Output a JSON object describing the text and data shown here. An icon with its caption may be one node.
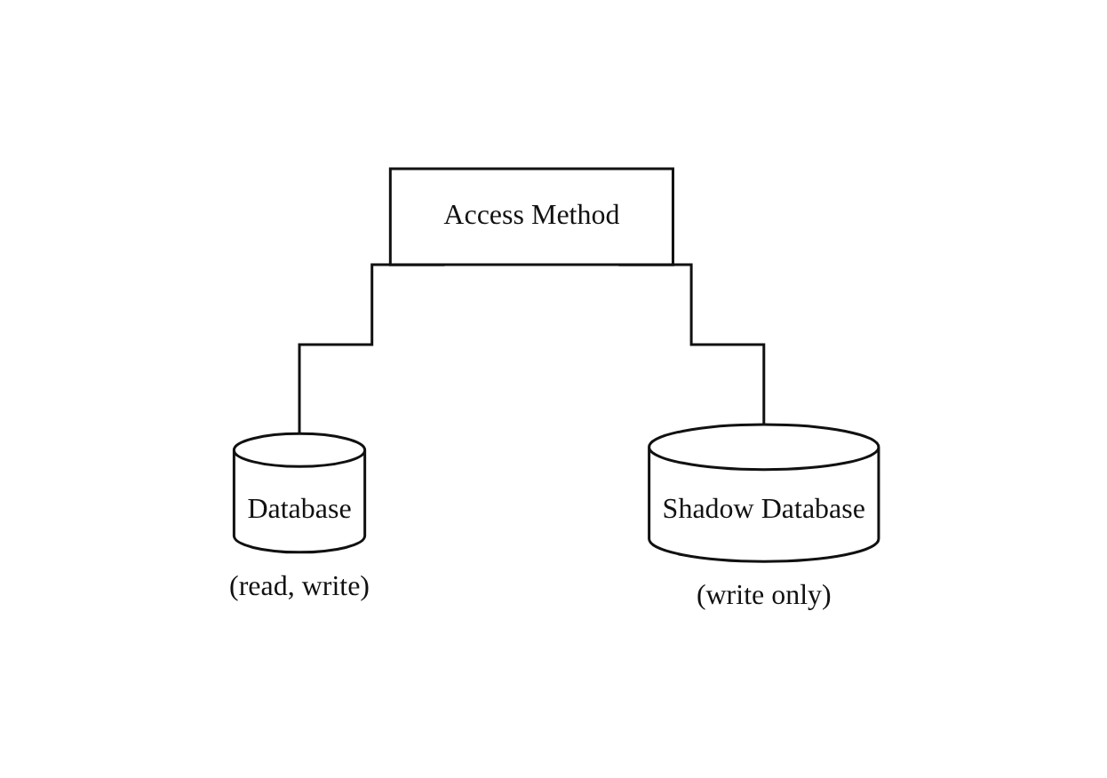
{
  "diagram": {
    "nodes": [
      {
        "text": [
          "Access Method"
        ]
      },
      {
        "text": [
          "Database"
        ],
        "beside": [
          "(read, write)"
        ]
      },
      {
        "text": [
          "Shadow Database"
        ],
        "beside": [
          "(write only)"
        ]
      }
    ],
    "edges": [
      {
        "from": 0,
        "to": 1,
        "arrow": "none"
      },
      {
        "from": 0,
        "to": 2,
        "arrow": "none"
      }
    ]
  }
}
